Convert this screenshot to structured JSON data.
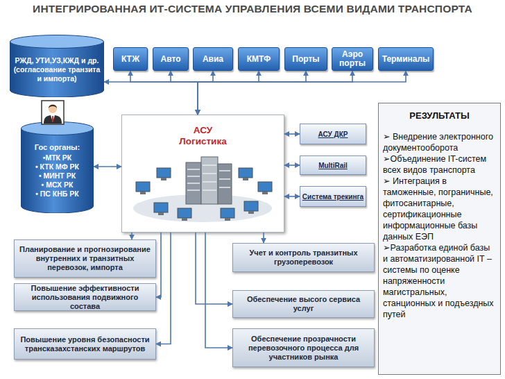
{
  "diagram": {
    "title": "ИНТЕГРИРОВАННАЯ ИТ-СИСТЕМА УПРАВЛЕНИЯ ВСЕМИ ВИДАМИ ТРАНСПОРТА",
    "nodes": [
      {
        "text": [
          "РЖД, УТИ,УЗ,КЖД и др. (согласование транзита и импорта)"
        ]
      },
      {
        "text": [
          "КТЖ"
        ]
      },
      {
        "text": [
          "Авто"
        ]
      },
      {
        "text": [
          "Авиа"
        ]
      },
      {
        "text": [
          "КМТФ"
        ]
      },
      {
        "text": [
          "Порты"
        ]
      },
      {
        "text": [
          "Аэро порты"
        ]
      },
      {
        "text": [
          "Терминалы"
        ]
      },
      {
        "text": [
          "Гос органы:",
          "•МТК РК",
          "• КТК МФ РК",
          "• МИНТ РК",
          "• МСХ РК",
          "• ПС КНБ РК"
        ]
      },
      {
        "text": [
          "АСУ Логистика"
        ]
      },
      {
        "text": [
          "АСУ ДКР"
        ]
      },
      {
        "text": [
          "MultiRail"
        ]
      },
      {
        "text": [
          "Система трекинга"
        ]
      },
      {
        "text": [
          "Планирование и прогнозирование внутренних и транзитных перевозок, импорта"
        ]
      },
      {
        "text": [
          "Повышение эффективности использования подвижного состава"
        ]
      },
      {
        "text": [
          "Повышение уровня безопасности трансказахстанских маршрутов"
        ]
      },
      {
        "text": [
          "Учет и контроль транзитных грузоперевозок"
        ]
      },
      {
        "text": [
          "Обеспечение высого сервиса услуг"
        ]
      },
      {
        "text": [
          "Обеспечение прозрачности перевозочного процесса для участников рынка"
        ]
      },
      {
        "text": [
          "РЕЗУЛЬТАТЫ",
          "➢ Внедрение электронного документооборота",
          "➢Объединение IT-систем всех видов транспорта",
          "➢ Интеграция в таможенные, пограничные, фитосанитарные, сертификационные информационные базы данных ЕЭП",
          "➢Разработка единой базы и автоматизированной IT – системы по оценке напряженности магистральных, станционных и подъездных путей"
        ]
      }
    ],
    "edges": [
      {
        "from": 0,
        "to": 9,
        "arrow": "both"
      },
      {
        "from": 1,
        "to": 9,
        "arrow": "both"
      },
      {
        "from": 2,
        "to": 9,
        "arrow": "both"
      },
      {
        "from": 3,
        "to": 9,
        "arrow": "both"
      },
      {
        "from": 4,
        "to": 9,
        "arrow": "both"
      },
      {
        "from": 5,
        "to": 9,
        "arrow": "both"
      },
      {
        "from": 6,
        "to": 9,
        "arrow": "both"
      },
      {
        "from": 7,
        "to": 9,
        "arrow": "both"
      },
      {
        "from": 8,
        "to": 9,
        "arrow": "both"
      },
      {
        "from": 9,
        "to": 10,
        "arrow": "both"
      },
      {
        "from": 9,
        "to": 11,
        "arrow": "both"
      },
      {
        "from": 9,
        "to": 12,
        "arrow": "both"
      },
      {
        "from": 9,
        "to": 13,
        "arrow": "to"
      },
      {
        "from": 9,
        "to": 14,
        "arrow": "to"
      },
      {
        "from": 9,
        "to": 15,
        "arrow": "to"
      },
      {
        "from": 9,
        "to": 16,
        "arrow": "to"
      },
      {
        "from": 9,
        "to": 17,
        "arrow": "to"
      },
      {
        "from": 9,
        "to": 18,
        "arrow": "to"
      }
    ]
  }
}
